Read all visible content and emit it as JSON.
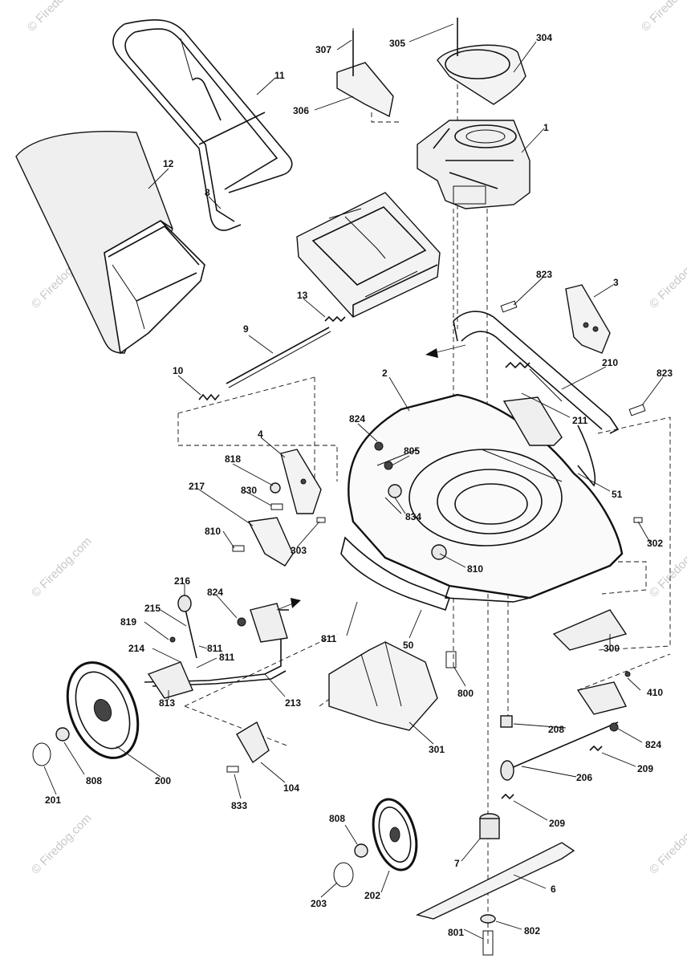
{
  "watermark": "© Firedog.com",
  "callouts": [
    "307",
    "305",
    "304",
    "11",
    "306",
    "1",
    "12",
    "8",
    "823",
    "3",
    "13",
    "9",
    "210",
    "823",
    "10",
    "2",
    "211",
    "824",
    "4",
    "805",
    "51",
    "818",
    "217",
    "830",
    "834",
    "810",
    "303",
    "302",
    "810",
    "216",
    "824",
    "215",
    "819",
    "811",
    "214",
    "811",
    "813",
    "50",
    "811",
    "213",
    "800",
    "300",
    "410",
    "208",
    "824",
    "200",
    "301",
    "808",
    "201",
    "104",
    "833",
    "206",
    "209",
    "209",
    "808",
    "7",
    "6",
    "203",
    "202",
    "801",
    "802"
  ]
}
